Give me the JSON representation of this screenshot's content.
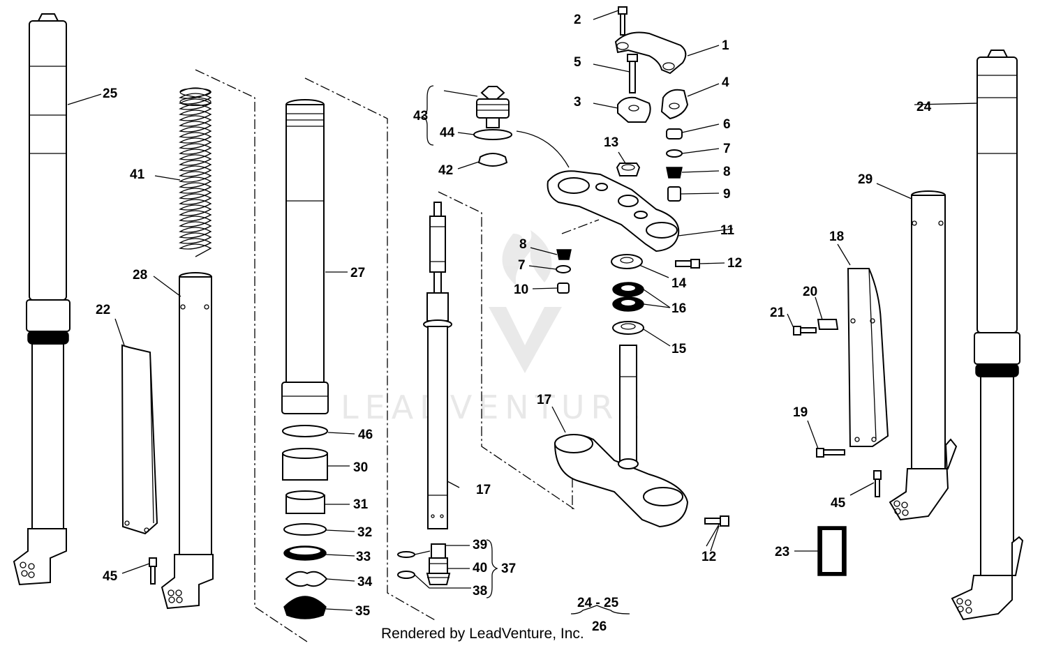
{
  "footer_text": "Rendered by LeadVenture, Inc.",
  "watermark_text": "LEADVENTURE",
  "callouts": {
    "n1": "1",
    "n2": "2",
    "n3": "3",
    "n4": "4",
    "n5": "5",
    "n6": "6",
    "n7a": "7",
    "n7b": "7",
    "n8a": "8",
    "n8b": "8",
    "n9": "9",
    "n10": "10",
    "n11": "11",
    "n12a": "12",
    "n12b": "12",
    "n13": "13",
    "n14": "14",
    "n15": "15",
    "n16": "16",
    "n17a": "17",
    "n17b": "17",
    "n18": "18",
    "n19": "19",
    "n20": "20",
    "n21": "21",
    "n22": "22",
    "n23": "23",
    "n24": "24",
    "n25": "25",
    "n26": "26",
    "n27": "27",
    "n28": "28",
    "n29": "29",
    "n30": "30",
    "n31": "31",
    "n32": "32",
    "n33": "33",
    "n34": "34",
    "n35": "35",
    "n37": "37",
    "n38": "38",
    "n39": "39",
    "n40": "40",
    "n41": "41",
    "n42": "42",
    "n43": "43",
    "n44": "44",
    "n45a": "45",
    "n45b": "45",
    "n46": "46",
    "range_24_25": "24 - 25"
  }
}
